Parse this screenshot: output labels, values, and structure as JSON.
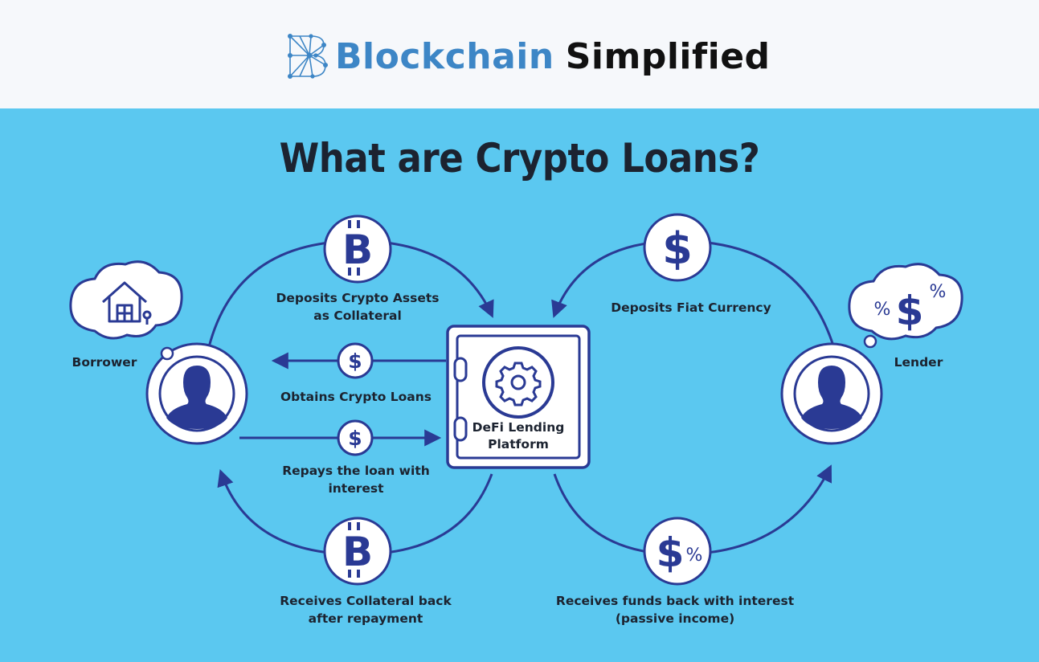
{
  "header": {
    "brand_part1": "Blockchain",
    "brand_part2": "Simplified"
  },
  "title": "What are Crypto Loans?",
  "nodes": {
    "borrower": "Borrower",
    "lender": "Lender",
    "platform_line1": "DeFi Lending",
    "platform_line2": "Platform"
  },
  "flows": {
    "deposit_crypto": [
      "Deposits Crypto Assets",
      "as Collateral"
    ],
    "obtain_loans": [
      "Obtains Crypto Loans"
    ],
    "repay": [
      "Repays the loan with",
      "interest"
    ],
    "receive_collateral": [
      "Receives Collateral back",
      "after repayment"
    ],
    "deposit_fiat": [
      "Deposits Fiat Currency"
    ],
    "receive_funds": [
      "Receives funds back with interest",
      "(passive income)"
    ]
  },
  "icons": {
    "bitcoin_glyph": "B",
    "dollar_glyph": "$",
    "percent_glyph": "%"
  },
  "colors": {
    "background": "#5bc8f0",
    "header_bg": "#f6f8fb",
    "navy": "#2a3a94",
    "brand_blue": "#3d86c6",
    "text_dark": "#1c2330"
  }
}
